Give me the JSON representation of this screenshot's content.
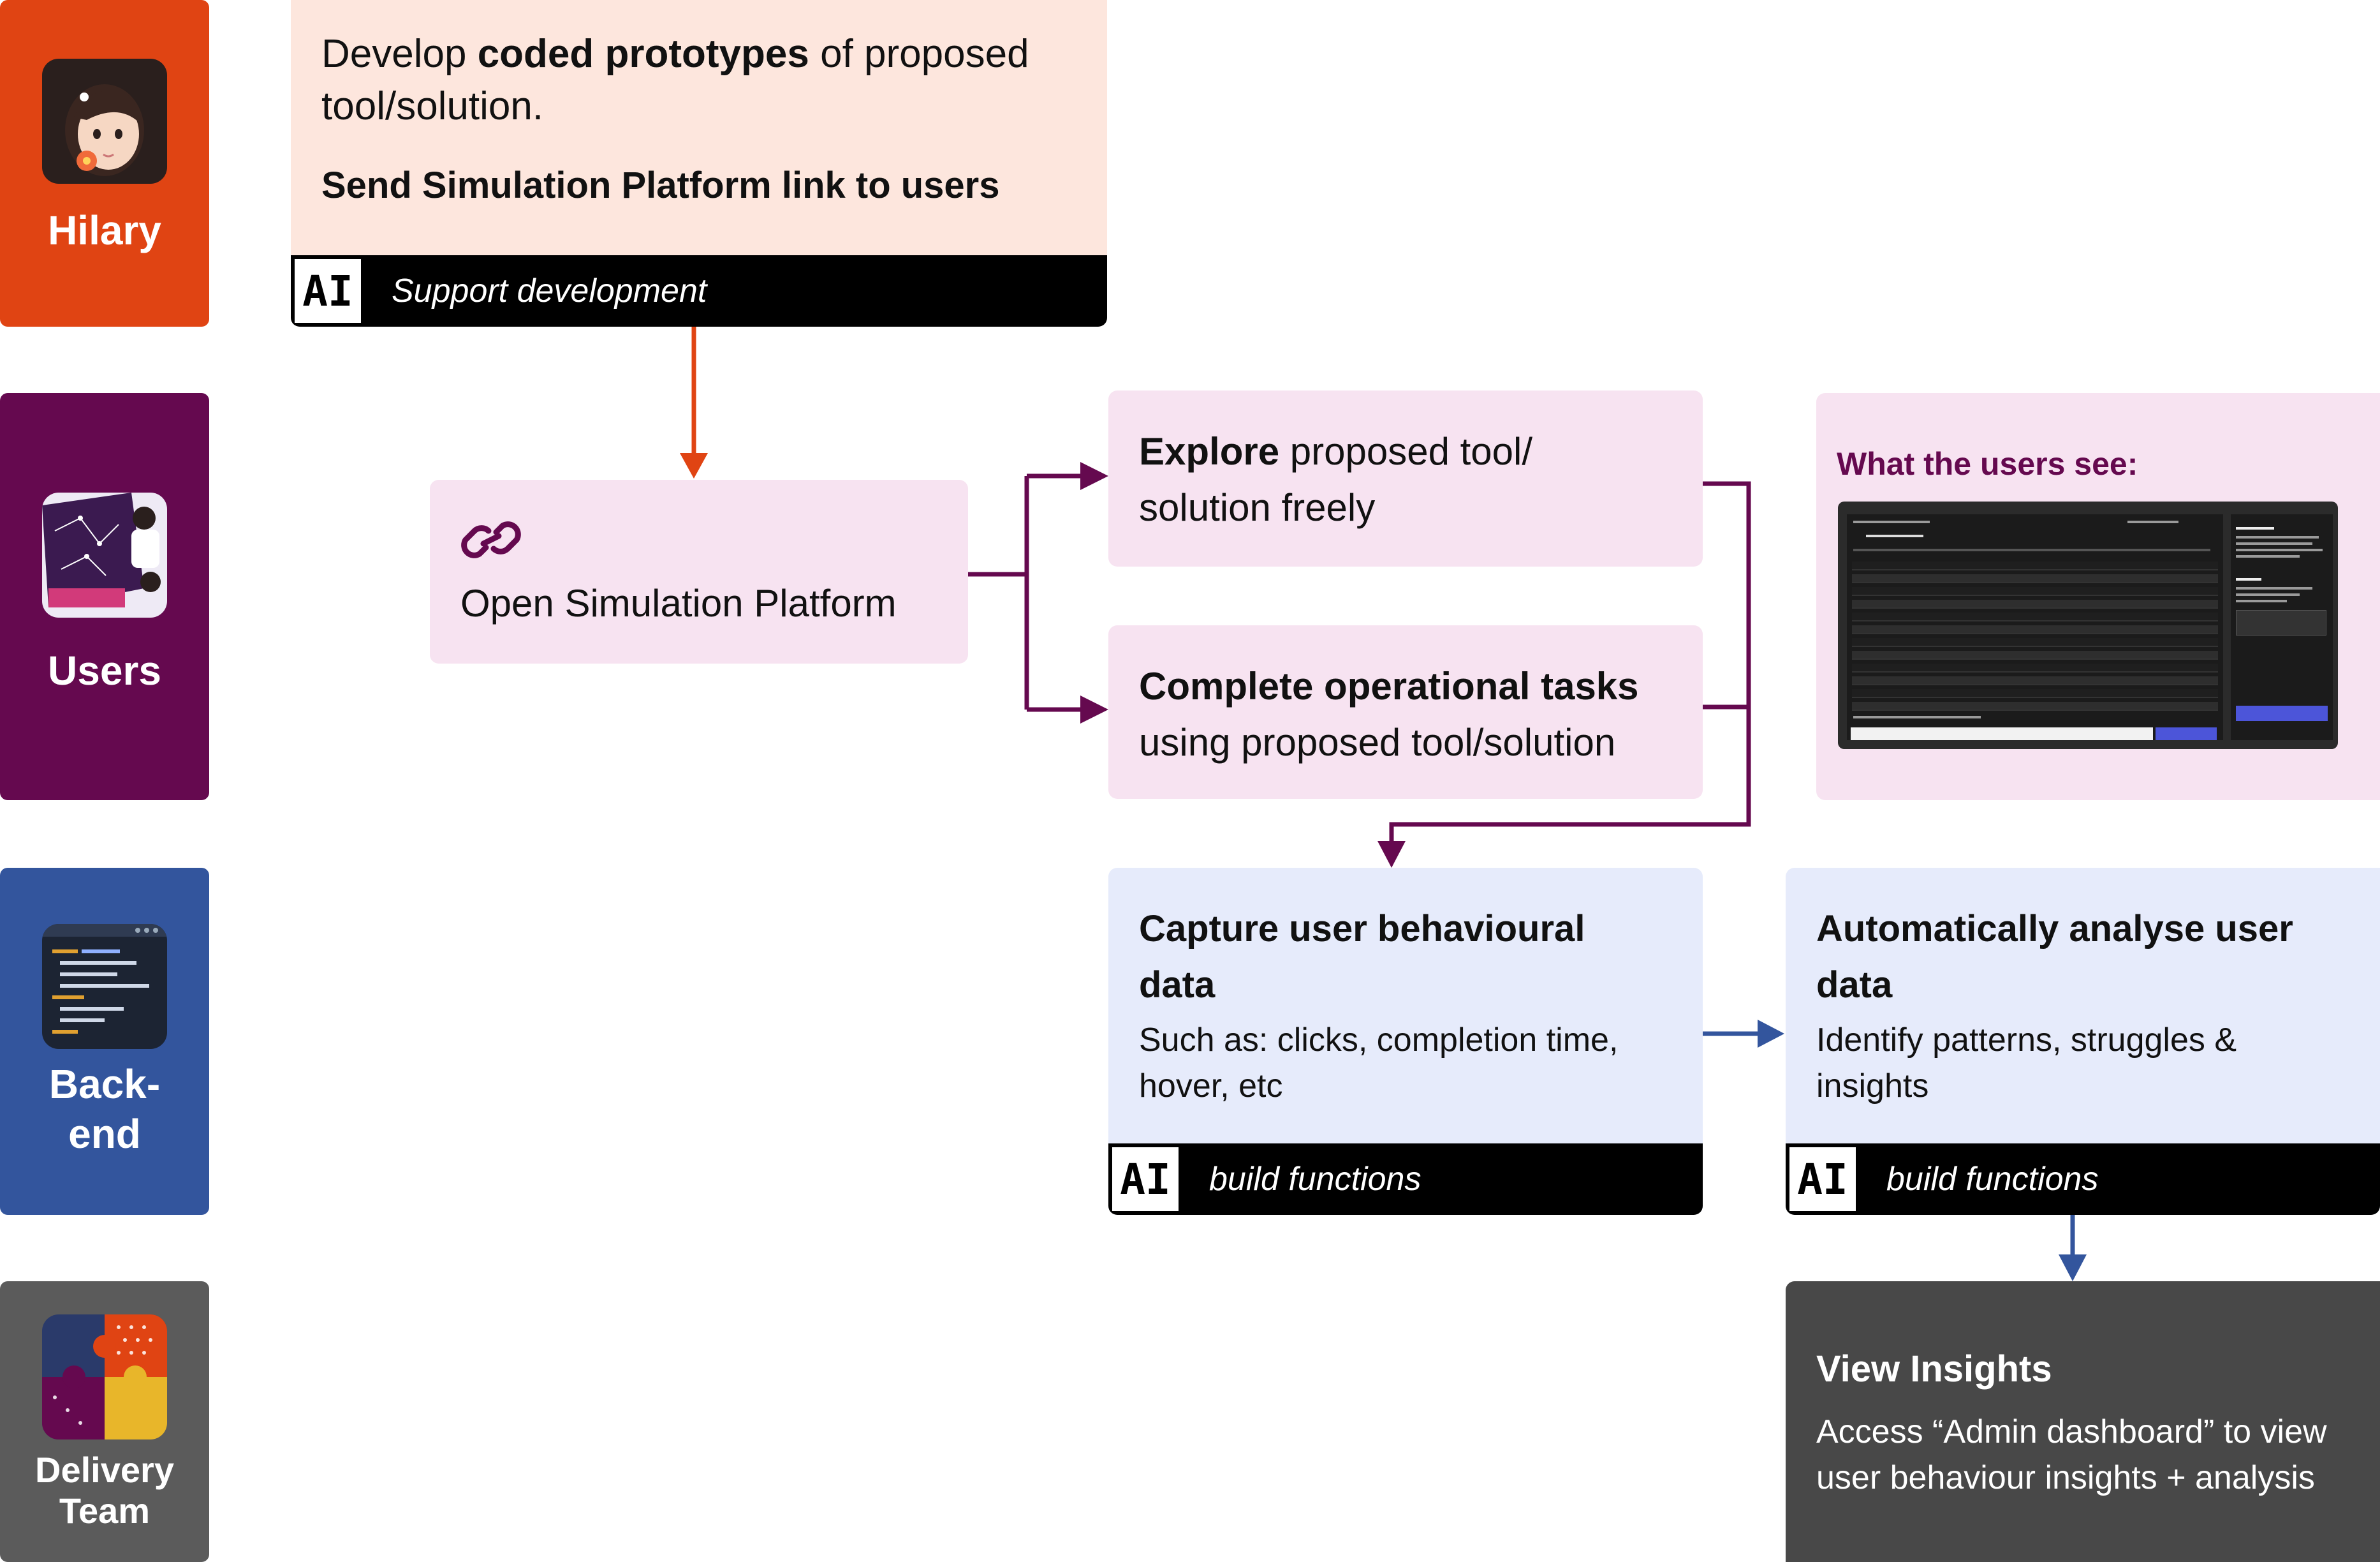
{
  "lanes": [
    {
      "key": "hilary",
      "label": "Hilary",
      "color": "#e04413",
      "icon": "woman-avatar-icon"
    },
    {
      "key": "users",
      "label": "Users",
      "color": "#65094f",
      "icon": "control-room-icon"
    },
    {
      "key": "backend",
      "label_line1": "Back-",
      "label_line2": "end",
      "color": "#33559d",
      "icon": "code-editor-icon"
    },
    {
      "key": "delivery",
      "label_line1": "Delivery",
      "label_line2": "Team",
      "color": "#5b5b5b",
      "icon": "puzzle-pieces-icon"
    }
  ],
  "develop": {
    "pre": "Develop ",
    "bold": "coded prototypes",
    "post": " of proposed tool/solution.",
    "send": "Send Simulation Platform link to users",
    "ai_badge": "AI",
    "ai_text": "Support development",
    "bg": "#fde6dd"
  },
  "open_platform": {
    "label": "Open Simulation Platform",
    "icon": "link-icon",
    "bg": "#f7e3f1"
  },
  "explore": {
    "bold": "Explore",
    "rest": " proposed tool/ solution freely"
  },
  "complete": {
    "bold": "Complete operational tasks",
    "rest": "using proposed tool/solution"
  },
  "users_see": {
    "title": "What the users see:",
    "image": "simulation-platform-screenshot"
  },
  "capture": {
    "title": "Capture user behavioural data",
    "desc": "Such as: clicks, completion time, hover, etc",
    "ai_badge": "AI",
    "ai_text": "build functions",
    "bg": "#e6ebfb"
  },
  "analyse": {
    "title": "Automatically analyse user data",
    "desc": "Identify patterns, struggles & insights",
    "ai_badge": "AI",
    "ai_text": "build functions"
  },
  "insights": {
    "title": "View Insights",
    "desc": "Access “Admin dashboard” to view user behaviour insights + analysis",
    "bg": "#484848"
  },
  "colors": {
    "orange_arrow": "#e04413",
    "purple_arrow": "#65094f",
    "blue_arrow": "#33559d"
  }
}
